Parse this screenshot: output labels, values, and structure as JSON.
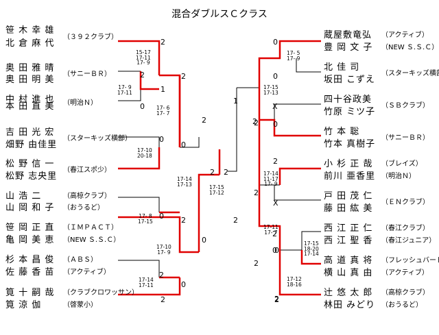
{
  "title": "混合ダブルスＣクラス",
  "teams": [
    {
      "side": "left",
      "p1": "笹 木 幸 雄",
      "p2": "北 倉 麻 代",
      "club": "（３９２クラブ）",
      "rows": [
        45,
        64
      ]
    },
    {
      "side": "left",
      "p1": "奥 田 雅 晴",
      "p2": "奥 田 明 美",
      "club": "（サニーＢＲ）",
      "rows": [
        100,
        117
      ]
    },
    {
      "side": "left",
      "p1": "中 村 進 也",
      "p2": "本 田 直 美",
      "club": "（明治Ｎ）",
      "rows": [
        146,
        156
      ]
    },
    {
      "side": "left",
      "p1": "吉 田 光 宏",
      "p2": "畑野 由佳里",
      "club": "（スターキッズ横部）",
      "rows": [
        194,
        212
      ]
    },
    {
      "side": "left",
      "p1": "松 野 信 一",
      "p2": "松野 志央里",
      "club": "（春江スポ少）",
      "rows": [
        240,
        258
      ]
    },
    {
      "side": "left",
      "p1": "山 浩 二",
      "p2": "山 岡 和 子",
      "club1": "（高椋クラブ）",
      "club2": "（おうるど）",
      "rows": [
        287,
        304
      ]
    },
    {
      "side": "left",
      "p1": "笹 岡 正 直",
      "p2": "亀 岡 美 恵",
      "club1": "（ＩＭＰＡＣＴ）",
      "club2": "（NEW Ｓ.Ｓ.Ｃ）",
      "rows": [
        333,
        351
      ]
    },
    {
      "side": "left",
      "p1": "杉 本 昌 俊",
      "p2": "佐 藤 香 苗",
      "club1": "（ＡＢＳ）",
      "club2": "（アクティブ）",
      "rows": [
        380,
        398
      ]
    },
    {
      "side": "left",
      "p1": "筧 十 嗣 哉",
      "p2": "筧 涼 伽",
      "club1": "（クラブクロワッサン）",
      "club2": "（啓蒙小）",
      "rows": [
        428,
        446
      ]
    },
    {
      "side": "right",
      "p1": "蔵屋敷竜弘",
      "p2": "豊 岡 文 子",
      "club1": "（アクティブ）",
      "club2": "（NEW Ｓ.Ｓ.Ｃ）",
      "rows": [
        52,
        70
      ]
    },
    {
      "side": "right",
      "p1": "北 佳 司",
      "p2": "坂田 こずえ",
      "club": "（スターキッズ横部）",
      "rows": [
        99,
        117
      ]
    },
    {
      "side": "right",
      "p1": "四十谷政美",
      "p2": "竹原 ミツ子",
      "club": "（ＳＢクラブ）",
      "rows": [
        146,
        164
      ]
    },
    {
      "side": "right",
      "p1": "竹 本 聡",
      "p2": "竹本 真樹子",
      "club": "（サニーＢＲ）",
      "rows": [
        193,
        211
      ]
    },
    {
      "side": "right",
      "p1": "小 杉 正 哉",
      "p2": "前川 亜香里",
      "club1": "（ブレイズ）",
      "club2": "（明治Ｎ）",
      "rows": [
        240,
        258
      ]
    },
    {
      "side": "right",
      "p1": "戸 田 茂 仁",
      "p2": "藤 田 紘 美",
      "club": "（ＥＮクラブ）",
      "rows": [
        287,
        305
      ]
    },
    {
      "side": "right",
      "p1": "西 江 正 仁",
      "p2": "西 江 聖 香",
      "club1": "（春江クラブ）",
      "club2": "（春江ジュニア）",
      "rows": [
        334,
        352
      ]
    },
    {
      "side": "right",
      "p1": "高 道 真 将",
      "p2": "横 山 真 由",
      "club1": "（フレッシュバード）",
      "club2": "（アクティブ）",
      "rows": [
        381,
        399
      ]
    },
    {
      "side": "right",
      "p1": "辻 悠 太 郎",
      "p2": "林田 みどり",
      "club1": "（高椋クラブ）",
      "club2": "（おうるど）",
      "rows": [
        428,
        446
      ]
    }
  ],
  "scores": [
    "2",
    "2",
    "1",
    "0",
    "2",
    "0",
    "0",
    "2",
    "0",
    "2",
    "2",
    "0",
    "2",
    "0",
    "2",
    "2",
    "0",
    "0",
    "1",
    "2",
    "0",
    "2",
    "X",
    "2",
    "2",
    "X",
    "2",
    "0",
    "2",
    "2",
    "0",
    "2",
    "2"
  ],
  "set_scores": [
    "15-17\n17-11\n17- 9",
    "17- 9\n17-11",
    "17- 6\n17- 7",
    "17-10\n20-18",
    "17-14\n17-13",
    "17- 8\n17-15",
    "17-10\n17- 9",
    "17-14\n17-11",
    "17-15\n17-12",
    "17- 5\n17- 9",
    "17-15\n17-13",
    "17-14\n11-17\n17- 9",
    "17-11\n17- 7",
    "17-15\n18-20\n17-14",
    "17-12\n18-16"
  ]
}
